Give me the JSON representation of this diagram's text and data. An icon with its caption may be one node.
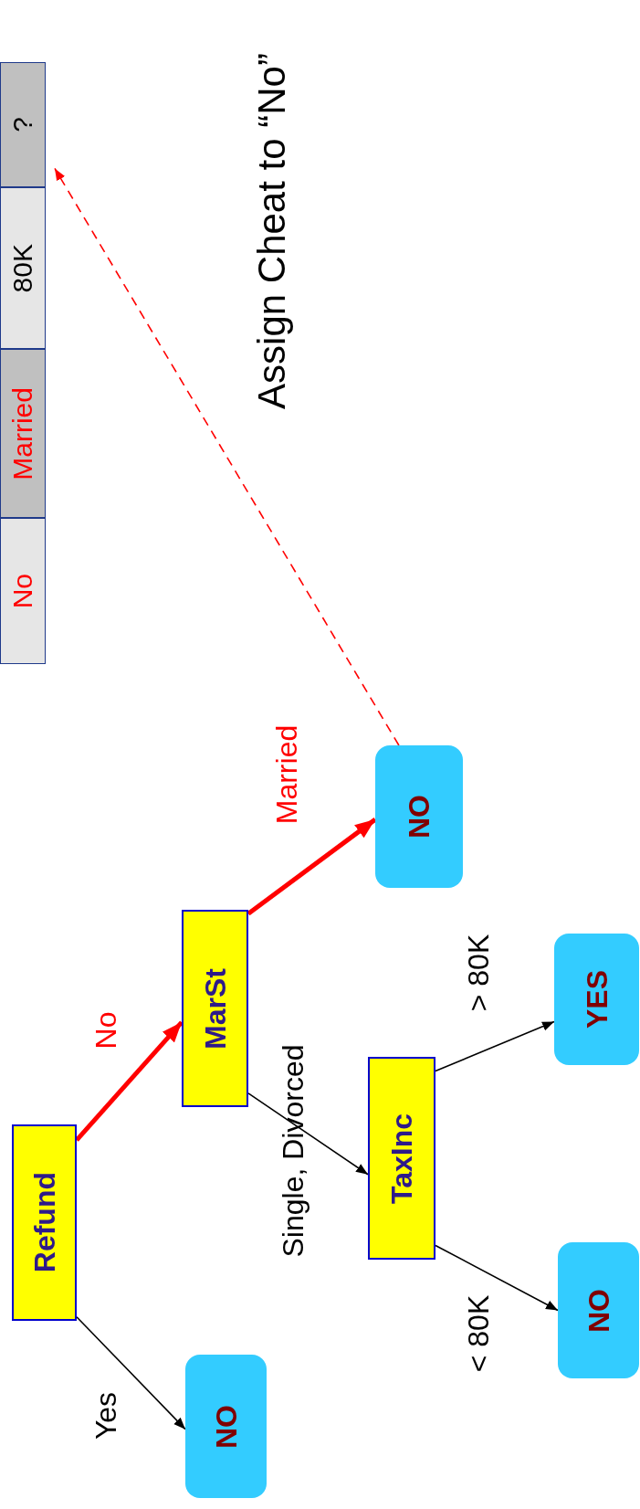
{
  "diagram": {
    "nodes": [
      {
        "text": [
          "Refund"
        ]
      },
      {
        "text": [
          "MarSt"
        ]
      },
      {
        "text": [
          "TaxInc"
        ]
      },
      {
        "text": [
          "NO"
        ]
      },
      {
        "text": [
          "NO"
        ]
      },
      {
        "text": [
          "YES"
        ]
      },
      {
        "text": [
          "NO"
        ]
      },
      {
        "text": [
          "No"
        ]
      },
      {
        "text": [
          "Married"
        ]
      },
      {
        "text": [
          "80K"
        ]
      },
      {
        "text": [
          "?"
        ]
      }
    ],
    "edges": [
      {
        "from": 0,
        "to": 3,
        "arrow": "to",
        "label": "Yes"
      },
      {
        "from": 0,
        "to": 1,
        "arrow": "to",
        "label": "No",
        "style": "thick",
        "color": "#ff0000"
      },
      {
        "from": 1,
        "to": 4,
        "arrow": "to",
        "label": "Married",
        "style": "thick",
        "color": "#ff0000"
      },
      {
        "from": 1,
        "to": 2,
        "arrow": "to",
        "label": "Single, Divorced"
      },
      {
        "from": 2,
        "to": 5,
        "arrow": "to",
        "label": "> 80K"
      },
      {
        "from": 2,
        "to": 6,
        "arrow": "to",
        "label": "< 80K"
      },
      {
        "from": 4,
        "to": 10,
        "arrow": "to",
        "style": "dashed",
        "color": "#ff0000"
      }
    ],
    "labels": [
      "Assign Cheat to “No”"
    ]
  }
}
